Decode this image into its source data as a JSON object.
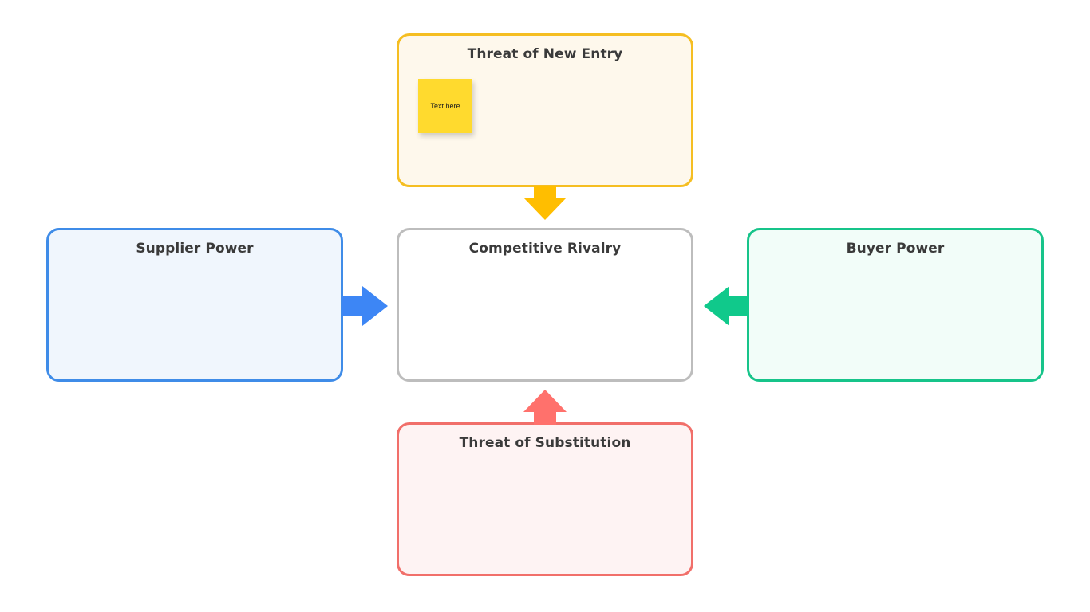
{
  "boxes": {
    "new_entry": {
      "title": "Threat of New Entry",
      "border": "#F5BE22",
      "fill": "#FEF8EC",
      "sticky": {
        "text": "Text here",
        "color": "#FFDA2E"
      }
    },
    "supplier": {
      "title": "Supplier Power",
      "border": "#3F8CE8",
      "fill": "#F0F6FD"
    },
    "rivalry": {
      "title": "Competitive Rivalry",
      "border": "#BDBDBD",
      "fill": "#FFFFFF"
    },
    "buyer": {
      "title": "Buyer Power",
      "border": "#17C48A",
      "fill": "#F2FDF9"
    },
    "substitution": {
      "title": "Threat of Substitution",
      "border": "#F16F6A",
      "fill": "#FEF3F3"
    }
  },
  "arrows": {
    "from_new_entry": {
      "color": "#FFBE00",
      "direction": "down"
    },
    "from_supplier": {
      "color": "#3D86F5",
      "direction": "right"
    },
    "from_buyer": {
      "color": "#10C98B",
      "direction": "left"
    },
    "from_substitution": {
      "color": "#FF716C",
      "direction": "up"
    }
  }
}
